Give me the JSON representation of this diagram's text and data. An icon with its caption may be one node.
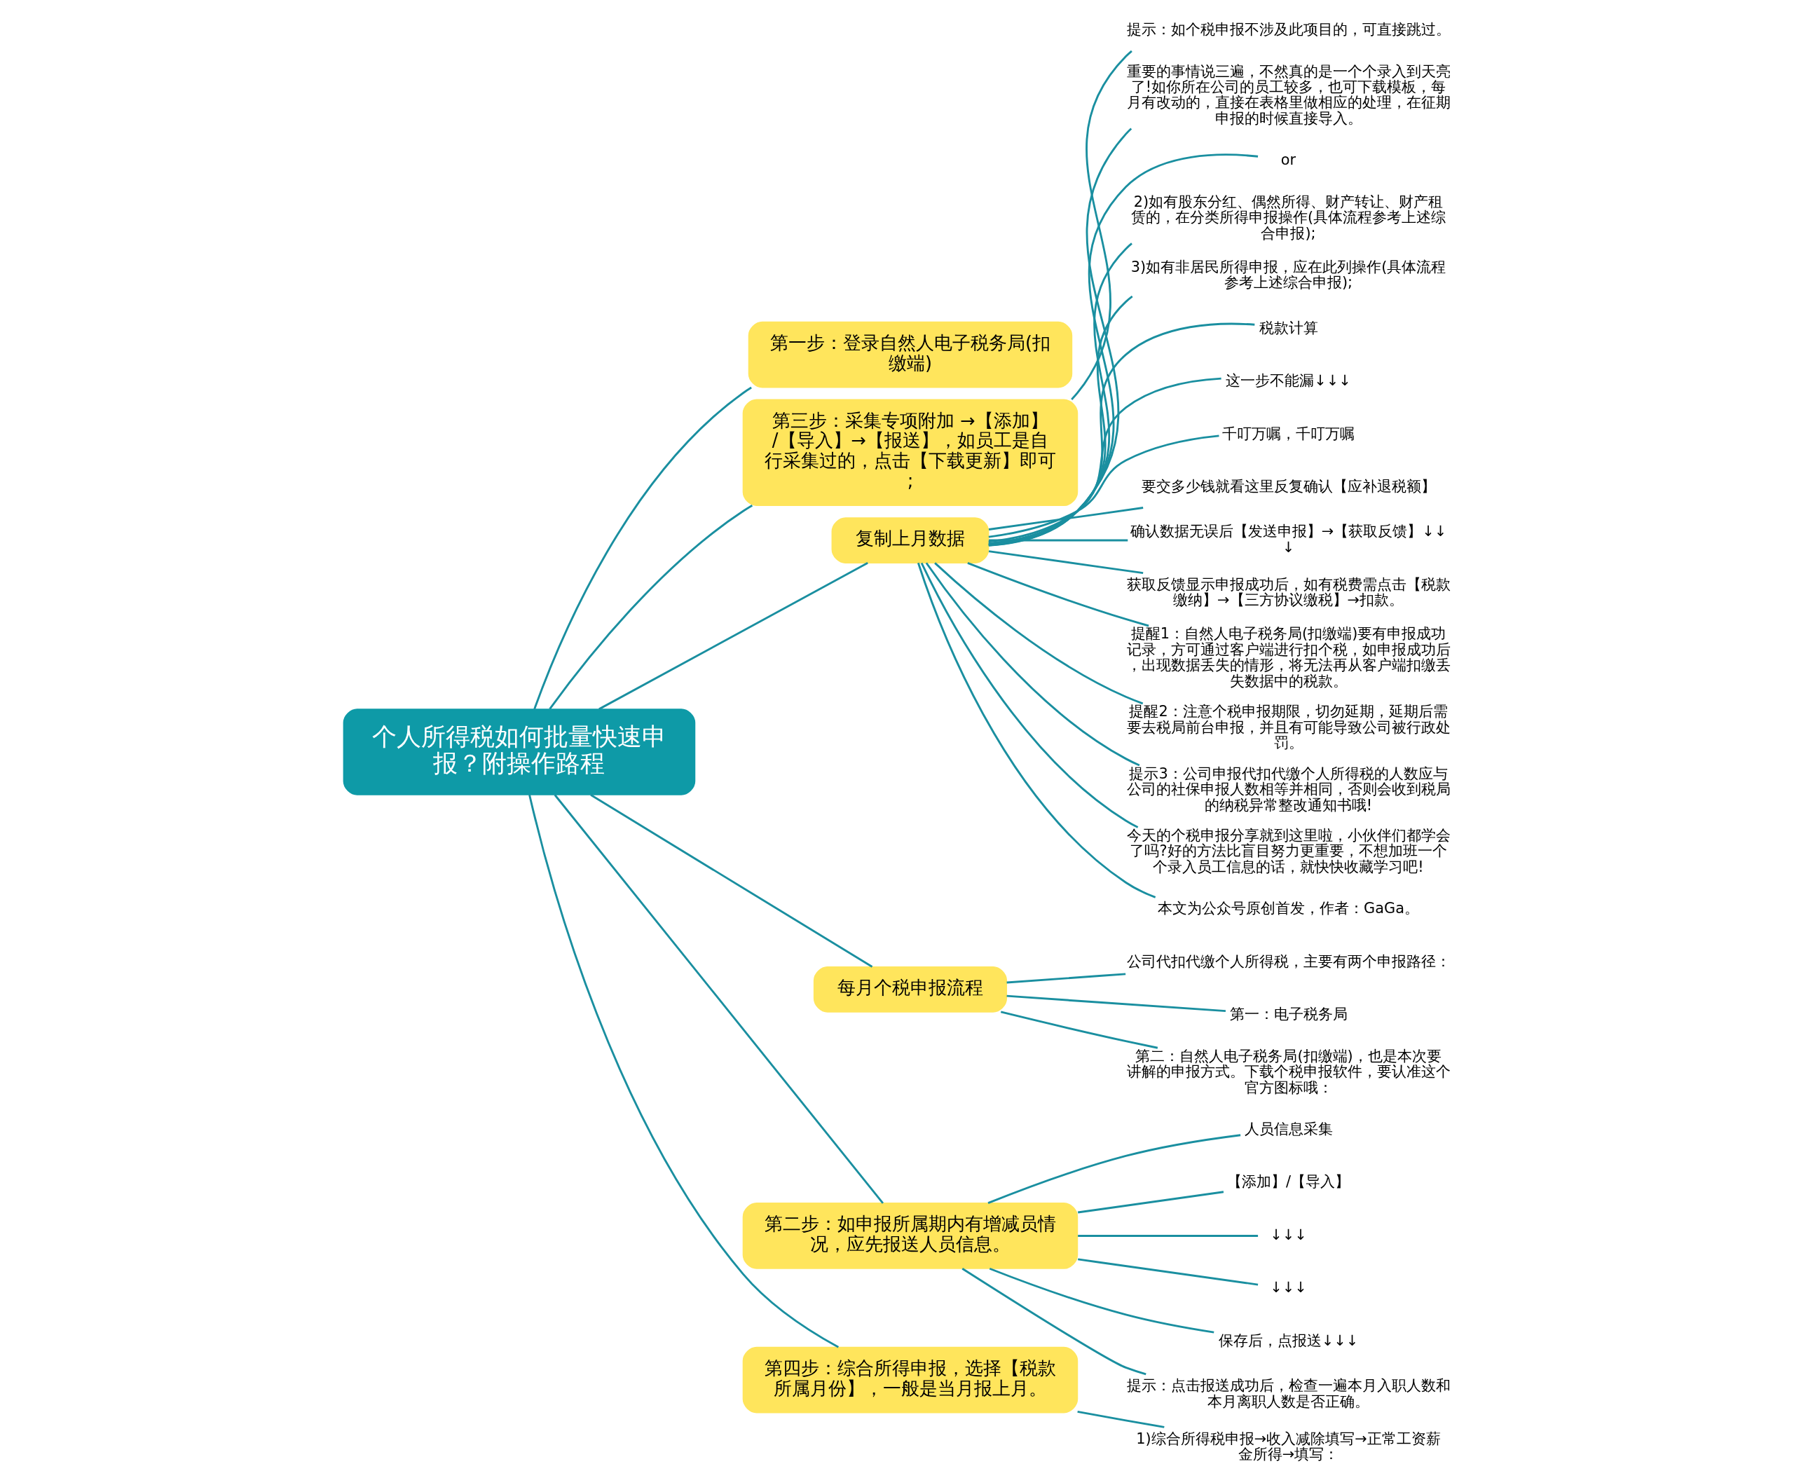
{
  "diagram": {
    "nodes": [
      {
        "text": [
          "个人所得税如何批量快速申报？附操作路程"
        ]
      },
      {
        "text": [
          "第一步：登录自然人电子税务局(扣缴端)"
        ]
      },
      {
        "text": [
          "第三步：采集专项附加 →【添加】/【导入】→【报送】，如员工是自行采集过的，点击【下载更新】即可;"
        ]
      },
      {
        "text": [
          "提示：如个税申报不涉及此项目的，可直接跳过。"
        ]
      },
      {
        "text": [
          "复制上月数据"
        ]
      },
      {
        "text": [
          "重要的事情说三遍，不然真的是一个个录入到天亮了!如你所在公司的员工较多，也可下载模板，每月有改动的，直接在表格里做相应的处理，在征期申报的时候直接导入。"
        ]
      },
      {
        "text": [
          "or"
        ]
      },
      {
        "text": [
          "2)如有股东分红、偶然所得、财产转让、财产租赁的，在分类所得申报操作(具体流程参考上述综合申报);"
        ]
      },
      {
        "text": [
          "3)如有非居民所得申报，应在此列操作(具体流程参考上述综合申报);"
        ]
      },
      {
        "text": [
          "税款计算"
        ]
      },
      {
        "text": [
          "这一步不能漏↓↓↓"
        ]
      },
      {
        "text": [
          "千叮万嘱，千叮万嘱"
        ]
      },
      {
        "text": [
          "要交多少钱就看这里反复确认【应补退税额】"
        ]
      },
      {
        "text": [
          "确认数据无误后【发送申报】→【获取反馈】↓↓↓"
        ]
      },
      {
        "text": [
          "获取反馈显示申报成功后，如有税费需点击【税款缴纳】→【三方协议缴税】→扣款。"
        ]
      },
      {
        "text": [
          "提醒1：自然人电子税务局(扣缴端)要有申报成功记录，方可通过客户端进行扣个税，如申报成功后，出现数据丢失的情形，将无法再从客户端扣缴丢失数据中的税款。"
        ]
      },
      {
        "text": [
          "提醒2：注意个税申报期限，切勿延期，延期后需要去税局前台申报，并且有可能导致公司被行政处罚。"
        ]
      },
      {
        "text": [
          "提示3：公司申报代扣代缴个人所得税的人数应与公司的社保申报人数相等并相同，否则会收到税局的纳税异常整改通知书哦!"
        ]
      },
      {
        "text": [
          "今天的个税申报分享就到这里啦，小伙伴们都学会了吗?好的方法比盲目努力更重要，不想加班一个个录入员工信息的话，就快快收藏学习吧!"
        ]
      },
      {
        "text": [
          "本文为公众号原创首发，作者：GaGa。"
        ]
      },
      {
        "text": [
          "每月个税申报流程"
        ]
      },
      {
        "text": [
          "公司代扣代缴个人所得税，主要有两个申报路径："
        ]
      },
      {
        "text": [
          "第一：电子税务局"
        ]
      },
      {
        "text": [
          "第二：自然人电子税务局(扣缴端)，也是本次要讲解的申报方式。下载个税申报软件，要认准这个官方图标哦："
        ]
      },
      {
        "text": [
          "第二步：如申报所属期内有增减员情况，应先报送人员信息。"
        ]
      },
      {
        "text": [
          "人员信息采集"
        ]
      },
      {
        "text": [
          "【添加】/【导入】"
        ]
      },
      {
        "text": [
          "↓↓↓"
        ]
      },
      {
        "text": [
          "↓↓↓"
        ]
      },
      {
        "text": [
          "保存后，点报送↓↓↓"
        ]
      },
      {
        "text": [
          "提示：点击报送成功后，检查一遍本月入职人数和本月离职人数是否正确。"
        ]
      },
      {
        "text": [
          "第四步：综合所得申报，选择【税款所属月份】，一般是当月报上月。"
        ]
      },
      {
        "text": [
          "1)综合所得税申报→收入减除填写→正常工资薪金所得→填写："
        ]
      }
    ],
    "edges": [
      {
        "from": 0,
        "to": 1,
        "arrow": "none"
      },
      {
        "from": 0,
        "to": 2,
        "arrow": "none"
      },
      {
        "from": 2,
        "to": 3,
        "arrow": "none"
      },
      {
        "from": 0,
        "to": 4,
        "arrow": "none"
      },
      {
        "from": 4,
        "to": 5,
        "arrow": "none"
      },
      {
        "from": 4,
        "to": 6,
        "arrow": "none"
      },
      {
        "from": 4,
        "to": 7,
        "arrow": "none"
      },
      {
        "from": 4,
        "to": 8,
        "arrow": "none"
      },
      {
        "from": 4,
        "to": 9,
        "arrow": "none"
      },
      {
        "from": 4,
        "to": 10,
        "arrow": "none"
      },
      {
        "from": 4,
        "to": 11,
        "arrow": "none"
      },
      {
        "from": 4,
        "to": 12,
        "arrow": "none"
      },
      {
        "from": 4,
        "to": 13,
        "arrow": "none"
      },
      {
        "from": 4,
        "to": 14,
        "arrow": "none"
      },
      {
        "from": 4,
        "to": 15,
        "arrow": "none"
      },
      {
        "from": 4,
        "to": 16,
        "arrow": "none"
      },
      {
        "from": 4,
        "to": 17,
        "arrow": "none"
      },
      {
        "from": 4,
        "to": 18,
        "arrow": "none"
      },
      {
        "from": 4,
        "to": 19,
        "arrow": "none"
      },
      {
        "from": 0,
        "to": 20,
        "arrow": "none"
      },
      {
        "from": 20,
        "to": 21,
        "arrow": "none"
      },
      {
        "from": 20,
        "to": 22,
        "arrow": "none"
      },
      {
        "from": 20,
        "to": 23,
        "arrow": "none"
      },
      {
        "from": 0,
        "to": 24,
        "arrow": "none"
      },
      {
        "from": 24,
        "to": 25,
        "arrow": "none"
      },
      {
        "from": 24,
        "to": 26,
        "arrow": "none"
      },
      {
        "from": 24,
        "to": 27,
        "arrow": "none"
      },
      {
        "from": 24,
        "to": 28,
        "arrow": "none"
      },
      {
        "from": 24,
        "to": 29,
        "arrow": "none"
      },
      {
        "from": 24,
        "to": 30,
        "arrow": "none"
      },
      {
        "from": 0,
        "to": 31,
        "arrow": "none"
      },
      {
        "from": 31,
        "to": 32,
        "arrow": "none"
      }
    ]
  }
}
